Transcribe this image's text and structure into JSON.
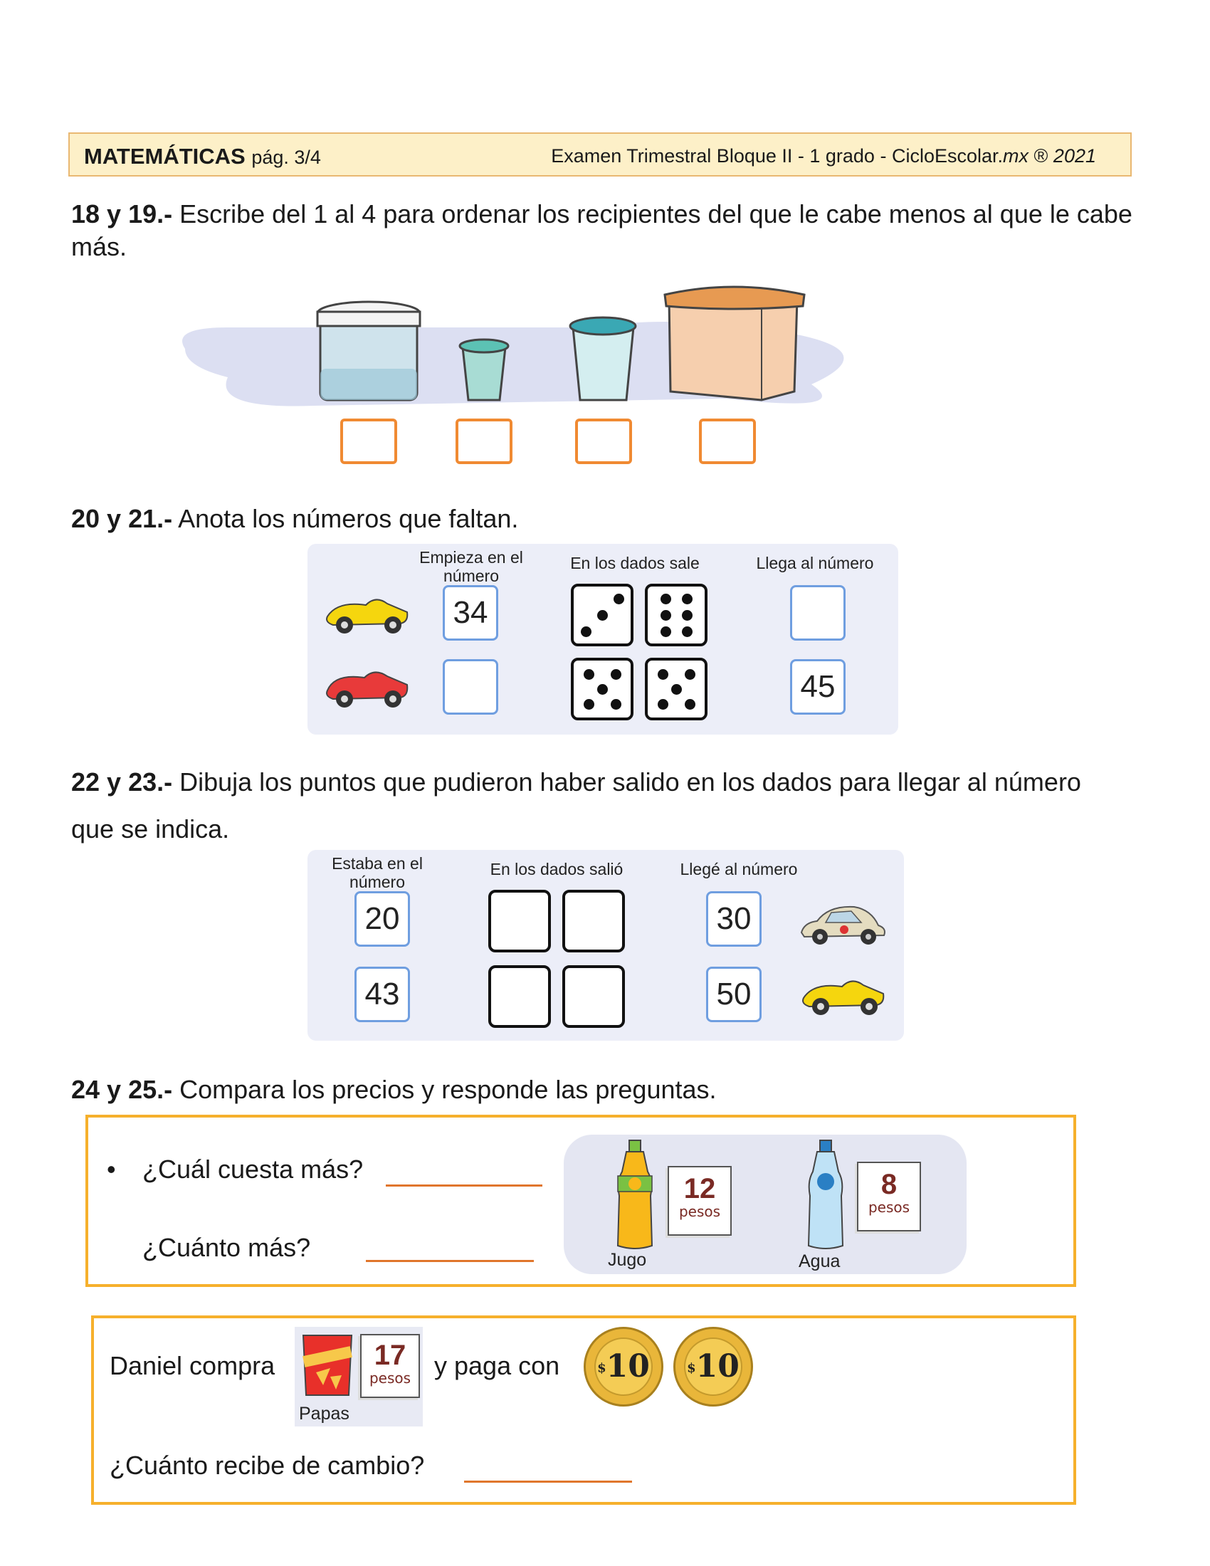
{
  "header": {
    "subject": "MATEMÁTICAS",
    "page": "pág. 3/4",
    "exam": "Examen Trimestral Bloque II - 1 grado - CicloEscolar.",
    "exam_mx": "mx",
    "exam_reg": " ® ",
    "exam_year": "2021"
  },
  "q18": {
    "number": "18 y 19.-",
    "text": " Escribe del 1 al 4 para ordenar los recipientes del que le cabe menos al que le cabe más.",
    "containers": [
      "pot-with-lid-icon",
      "small-cup-icon",
      "cup-with-lid-icon",
      "large-box-icon"
    ]
  },
  "q20": {
    "number": "20 y 21.-",
    "text": " Anota los números que faltan.",
    "col1": "Empieza en el número",
    "col2": "En los dados sale",
    "col3": "Llega al número",
    "row1": {
      "start": "34",
      "dice": [
        3,
        6
      ],
      "end": ""
    },
    "row2": {
      "start": "",
      "dice": [
        5,
        5
      ],
      "end": "45"
    }
  },
  "q22": {
    "number": "22 y 23.-",
    "text": " Dibuja los puntos que pudieron haber salido en los dados para llegar al número que se indica.",
    "col1": "Estaba en el número",
    "col2": "En los dados salió",
    "col3": "Llegé al número",
    "row1": {
      "start": "20",
      "end": "30"
    },
    "row2": {
      "start": "43",
      "end": "50"
    }
  },
  "q24": {
    "number": "24 y 25.-",
    "text": " Compara los precios y responde las preguntas.",
    "bullet": "•",
    "q_a": "¿Cuál cuesta más?",
    "q_b": "¿Cuánto más?",
    "item1": {
      "name": "Jugo",
      "price": "12",
      "unit": "pesos"
    },
    "item2": {
      "name": "Agua",
      "price": "8",
      "unit": "pesos"
    }
  },
  "q_daniel": {
    "text_a": "Daniel compra",
    "text_b": "y paga con",
    "question": "¿Cuánto recibe de cambio?",
    "item": {
      "name": "Papas",
      "price": "17",
      "unit": "pesos"
    },
    "coins": [
      "10",
      "10"
    ],
    "coin_symbol": "$"
  }
}
